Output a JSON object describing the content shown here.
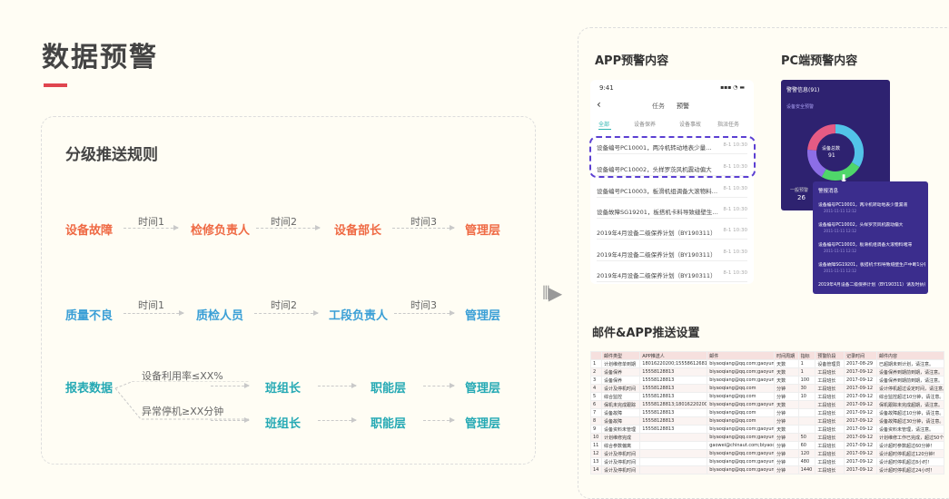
{
  "header": {
    "title": "数据预警"
  },
  "rules": {
    "title": "分级推送规则",
    "rows": [
      {
        "source": "设备故障",
        "t1": "时间1",
        "n1": "检修负责人",
        "t2": "时间2",
        "n2": "设备部长",
        "t3": "时间3",
        "n3": "管理层"
      },
      {
        "source": "质量不良",
        "t1": "时间1",
        "n1": "质检人员",
        "t2": "时间2",
        "n2": "工段负责人",
        "t3": "时间3",
        "n3": "管理层"
      }
    ],
    "report": {
      "source": "报表数据",
      "branch1": {
        "cond": "设备利用率≤XX%",
        "n1": "班组长",
        "n2": "职能层",
        "n3": "管理层"
      },
      "branch2": {
        "cond": "异常停机≥XX分钟",
        "n1": "班组长",
        "n2": "职能层",
        "n3": "管理层"
      }
    }
  },
  "app": {
    "title": "APP预警内容",
    "time": "9:41",
    "status": "▪▪▪ ◔ ▬",
    "back": "‹",
    "tabs": [
      "任务",
      "预警"
    ],
    "filters": [
      "全部",
      "设备保养",
      "设备事故",
      "指派任务"
    ],
    "rows": [
      {
        "text": "设备编号PC10001，两冷机转动地表少量…",
        "time": "8-1 10:30"
      },
      {
        "text": "设备编号PC10002，头样罗茨风机震动偏大",
        "time": "8-1 10:30"
      },
      {
        "text": "设备编号PC10003，板滑机组调备大滚物料…",
        "time": "8-1 10:30"
      },
      {
        "text": "设备故障SG19201，板搭机卡料导致缝壁生…",
        "time": "8-1 10:30"
      },
      {
        "text": "2019年4月设备二级保养计划（BY190311）",
        "time": "8-1 10:30"
      },
      {
        "text": "2019年4月设备二级保养计划（BY190311）",
        "time": "8-1 10:30"
      },
      {
        "text": "2019年4月设备二级保养计划（BY190311）",
        "time": "8-1 10:30"
      }
    ]
  },
  "pc": {
    "title": "PC端预警内容",
    "head": "警警信息(91)",
    "sub": "设备安全预警",
    "ringLabel": "设备总数",
    "ringNum": "91",
    "foot": "一般预警",
    "num": "26",
    "popupHead": "警报消息",
    "items": [
      {
        "text": "设备编号PC10001，两冷机转动地表少量漏液",
        "time": "2011-11-11 12:12"
      },
      {
        "text": "设备编号PC10002，头样罗茨风机震动偏大",
        "time": "2011-11-11 12:12"
      },
      {
        "text": "设备编号PC10003，板滑机组调备大滚物料堵滞",
        "time": "2011-11-11 12:12"
      },
      {
        "text": "设备故障SG19201，板搭机卡料导致缝壁生产中断1分钟",
        "time": "2011-11-11 12:12"
      },
      {
        "text": "2019年4月设备二级保养计划（BY190311）请及时执行",
        "time": ""
      }
    ],
    "colors": [
      "#e55b84",
      "#52c4e8",
      "#4fd66a",
      "#8c6ee6"
    ]
  },
  "mail": {
    "title": "邮件&APP推送设置",
    "headers": [
      "",
      "邮件类型",
      "APP推送人",
      "邮件",
      "时间周期",
      "指标",
      "预警阶段",
      "记录时间",
      "邮件内容"
    ],
    "rows": [
      [
        "1",
        "计划维修单到期",
        "18016220200;15558612681",
        "biyaoqiang@qq.com;gaoyunfei@qq.com",
        "天数",
        "1",
        "设备管理员",
        "2017-08-29",
        "已超期未到计划，请注意。"
      ],
      [
        "2",
        "设备保养",
        "15558128813",
        "biyaoqiang@qq.com;gaoyunfei@qq.com",
        "天数",
        "1",
        "工段班长",
        "2017-09-12",
        "设备保养到期前到期，请注意。"
      ],
      [
        "3",
        "设备保养",
        "15558128813",
        "biyaoqiang@qq.com;gaoyunfei@qq.com",
        "天数",
        "100",
        "工段班长",
        "2017-09-12",
        "设备保养到期前到期，请注意。"
      ],
      [
        "4",
        "设计及停机时间",
        "15558128813",
        "biyaoqiang@qq.com",
        "分钟",
        "30",
        "工段班长",
        "2017-09-12",
        "设计停机超过设定时间，请注意。"
      ],
      [
        "5",
        "综合监控",
        "15558128813",
        "biyaoqiang@qq.com",
        "分钟",
        "10",
        "工段班长",
        "2017-09-12",
        "综合监控超过10分钟，请注意。"
      ],
      [
        "6",
        "保机未完成跟踪",
        "15558128813;18016220200",
        "biyaoqiang@qq.com;gaoyunfei@qq.com",
        "天数",
        "",
        "工段班长",
        "2017-09-12",
        "保机跟踪未完成超期，请注意。"
      ],
      [
        "7",
        "设备故障",
        "15558128813",
        "biyaoqiang@qq.com",
        "分钟",
        "",
        "工段班长",
        "2017-09-12",
        "设备故障超过10分钟，请注意。"
      ],
      [
        "8",
        "设备故障",
        "15558128813",
        "biyaoqiang@qq.com",
        "分钟",
        "",
        "工段班长",
        "2017-09-12",
        "设备故障超过30分钟，请注意。"
      ],
      [
        "9",
        "设备资料未管理",
        "15558128813",
        "biyaoqiang@qq.com;gaoyunfei@qq.com",
        "天数",
        "",
        "工段班长",
        "2017-09-12",
        "设备资料未管理，请注意。"
      ],
      [
        "10",
        "计划维修完成",
        "",
        "biyaoqiang@qq.com;gaoyunfei@qq.com",
        "分钟",
        "50",
        "工段班长",
        "2017-09-12",
        "计划维修工作已完成，超过50个。"
      ],
      [
        "11",
        "综合参数偏离",
        "",
        "gaowei@chinaut.com;biyaoqiang@qq.com",
        "分钟",
        "60",
        "工段班长",
        "2017-09-12",
        "设计超时参数超过60分钟！"
      ],
      [
        "12",
        "设计及停机时间",
        "",
        "biyaoqiang@qq.com;gaoyunfei@qq.com",
        "分钟",
        "120",
        "工段班长",
        "2017-09-12",
        "设计超时停机超过120分钟！"
      ],
      [
        "13",
        "设计及停机时间",
        "",
        "biyaoqiang@qq.com;gaoyunfei@qq.com",
        "分钟",
        "480",
        "工段班长",
        "2017-09-12",
        "设计超时停机超过8小时！"
      ],
      [
        "14",
        "设计及停机时间",
        "",
        "biyaoqiang@qq.com;gaoyunfei@qq.com",
        "分钟",
        "1440",
        "工段班长",
        "2017-09-12",
        "设计超时停机超过24小时！"
      ]
    ]
  }
}
